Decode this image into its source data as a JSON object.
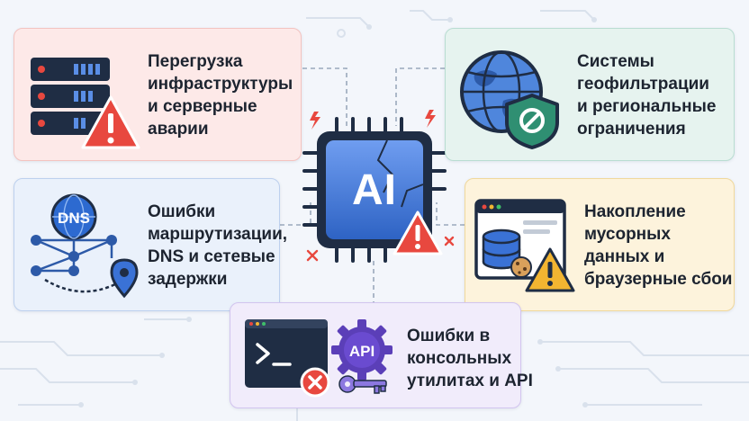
{
  "center": {
    "label": "AI"
  },
  "cards": {
    "infrastructure": {
      "lines": [
        "Перегрузка",
        "инфраструктуры",
        "и серверные",
        "аварии"
      ]
    },
    "geofilter": {
      "lines": [
        "Системы",
        "геофильтрации",
        "и региональные",
        "ограничения"
      ]
    },
    "routing": {
      "lines": [
        "Ошибки",
        "маршрутизации,",
        "DNS и сетевые",
        "задержки"
      ],
      "badge": "DNS"
    },
    "browser": {
      "lines": [
        "Накопление",
        "мусорных",
        "данных и",
        "браузерные сбои"
      ]
    },
    "console": {
      "lines": [
        "Ошибки в",
        "консольных",
        "утилитах и API"
      ],
      "badge": "API"
    }
  }
}
